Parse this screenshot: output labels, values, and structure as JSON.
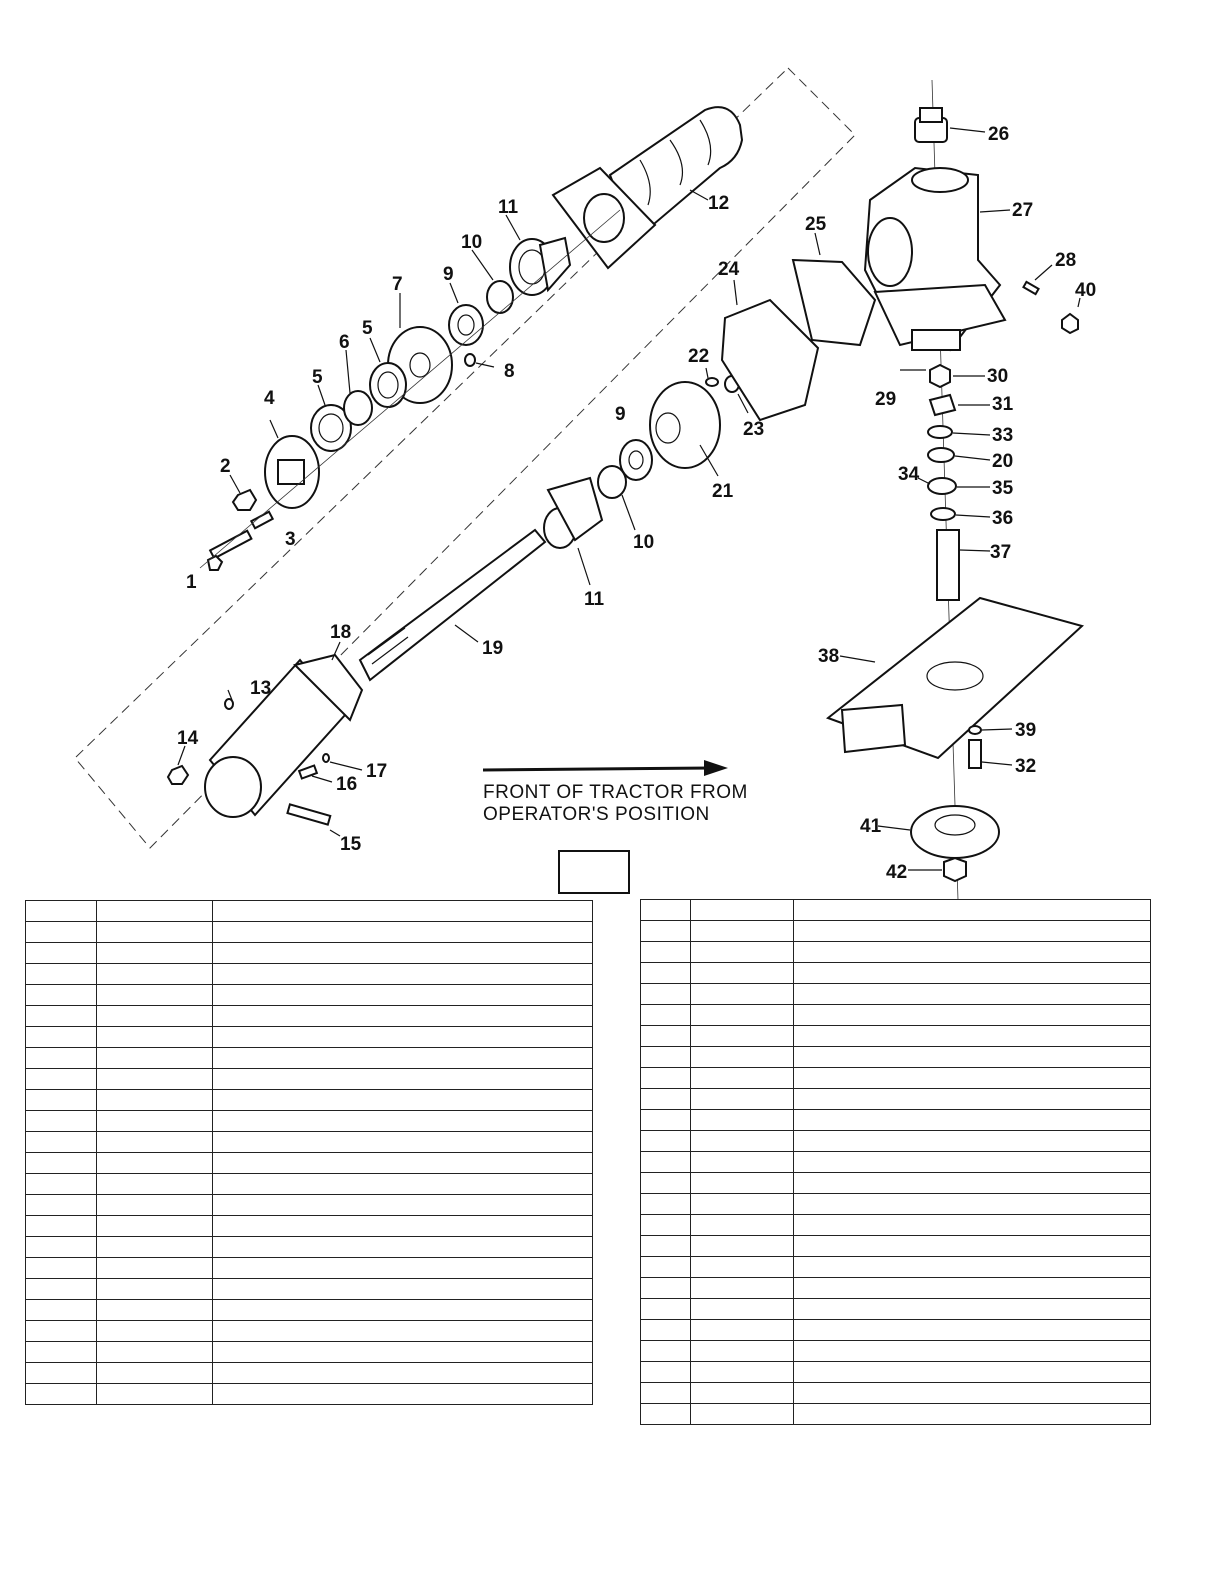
{
  "diagram": {
    "note_lines": [
      "FRONT OF TRACTOR FROM",
      "OPERATOR'S POSITION"
    ],
    "callouts": [
      {
        "label": "1"
      },
      {
        "label": "2"
      },
      {
        "label": "3"
      },
      {
        "label": "4"
      },
      {
        "label": "5"
      },
      {
        "label": "6"
      },
      {
        "label": "5"
      },
      {
        "label": "7"
      },
      {
        "label": "9"
      },
      {
        "label": "8"
      },
      {
        "label": "10"
      },
      {
        "label": "11"
      },
      {
        "label": "12"
      },
      {
        "label": "13"
      },
      {
        "label": "14"
      },
      {
        "label": "15"
      },
      {
        "label": "16"
      },
      {
        "label": "17"
      },
      {
        "label": "18"
      },
      {
        "label": "19"
      },
      {
        "label": "11"
      },
      {
        "label": "10"
      },
      {
        "label": "9"
      },
      {
        "label": "21"
      },
      {
        "label": "22"
      },
      {
        "label": "23"
      },
      {
        "label": "24"
      },
      {
        "label": "25"
      },
      {
        "label": "26"
      },
      {
        "label": "27"
      },
      {
        "label": "28"
      },
      {
        "label": "40"
      },
      {
        "label": "29"
      },
      {
        "label": "30"
      },
      {
        "label": "31"
      },
      {
        "label": "33"
      },
      {
        "label": "20"
      },
      {
        "label": "34"
      },
      {
        "label": "35"
      },
      {
        "label": "36"
      },
      {
        "label": "37"
      },
      {
        "label": "38"
      },
      {
        "label": "39"
      },
      {
        "label": "32"
      },
      {
        "label": "41"
      },
      {
        "label": "42"
      }
    ]
  },
  "parts_tables": {
    "left_rows": 24,
    "right_rows": 25
  }
}
